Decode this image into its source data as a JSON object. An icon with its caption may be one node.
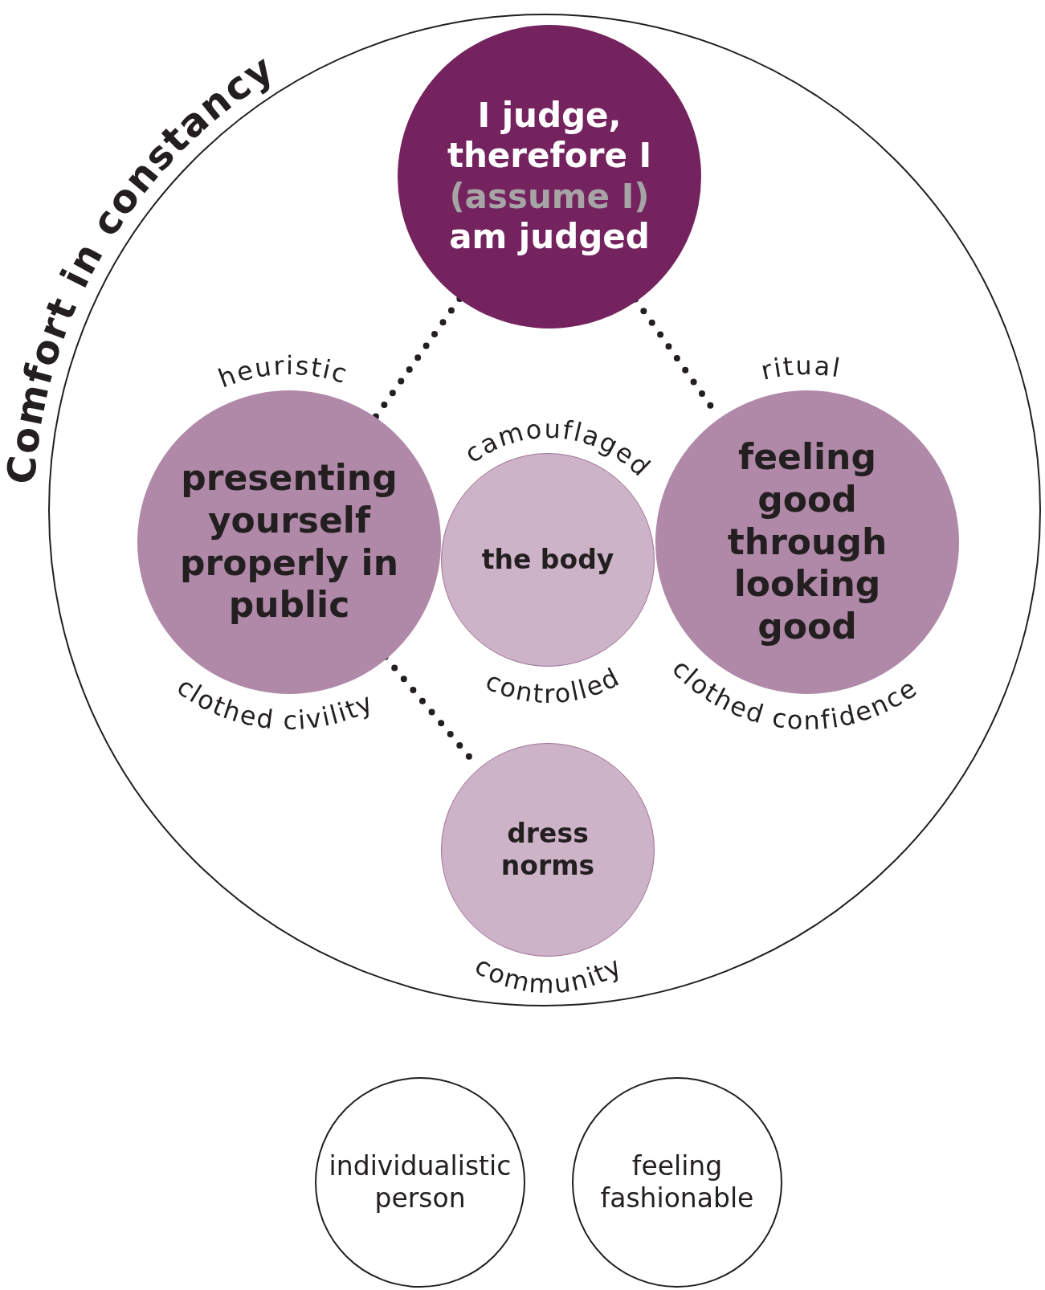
{
  "diagram": {
    "nodes": [
      {
        "text": [
          "Comfort in constancy"
        ]
      },
      {
        "text": [
          "I judge, therefore I",
          "(assume I)",
          "am judged"
        ],
        "in": 0
      },
      {
        "text": [
          "presenting yourself properly in public"
        ],
        "beside": [
          "heuristic",
          "clothed civility"
        ],
        "in": 0
      },
      {
        "text": [
          "the body"
        ],
        "beside": [
          "camouflaged",
          "controlled"
        ],
        "in": 0
      },
      {
        "text": [
          "feeling good through looking good"
        ],
        "beside": [
          "ritual",
          "clothed confidence"
        ],
        "in": 0
      },
      {
        "text": [
          "dress norms"
        ],
        "beside": [
          "community"
        ],
        "in": 0
      },
      {
        "text": [
          "individualistic person"
        ]
      },
      {
        "text": [
          "feeling fashionable"
        ]
      }
    ],
    "edges": [
      {
        "from": 1,
        "to": 2,
        "arrow": "none",
        "style": "dashed"
      },
      {
        "from": 1,
        "to": 4,
        "arrow": "none",
        "style": "dashed"
      },
      {
        "from": 2,
        "to": 5,
        "arrow": "none",
        "style": "dashed"
      }
    ]
  }
}
